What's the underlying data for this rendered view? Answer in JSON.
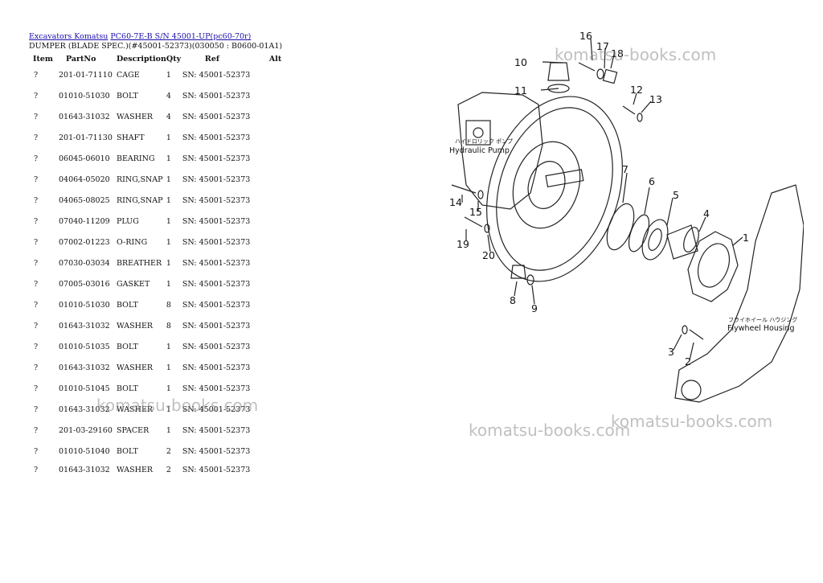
{
  "breadcrumb": {
    "category": "Excavators Komatsu",
    "model": "PC60-7E-B S/N 45001-UP(pc60-70r)"
  },
  "subtitle": "DUMPER (BLADE SPEC.)(#45001-52373)(030050 : B0600-01A1)",
  "table": {
    "headers": {
      "item": "Item",
      "partno": "PartNo",
      "description": "Description",
      "qty": "Qty",
      "ref": "Ref",
      "alt": "Alt"
    },
    "rows": [
      {
        "item": "?",
        "partno": "201-01-71110",
        "description": "CAGE",
        "qty": "1",
        "ref": "SN: 45001-52373"
      },
      {
        "item": "?",
        "partno": "01010-51030",
        "description": "BOLT",
        "qty": "4",
        "ref": "SN: 45001-52373"
      },
      {
        "item": "?",
        "partno": "01643-31032",
        "description": "WASHER",
        "qty": "4",
        "ref": "SN: 45001-52373"
      },
      {
        "item": "?",
        "partno": "201-01-71130",
        "description": "SHAFT",
        "qty": "1",
        "ref": "SN: 45001-52373"
      },
      {
        "item": "?",
        "partno": "06045-06010",
        "description": "BEARING",
        "qty": "1",
        "ref": "SN: 45001-52373"
      },
      {
        "item": "?",
        "partno": "04064-05020",
        "description": "RING,SNAP",
        "qty": "1",
        "ref": "SN: 45001-52373"
      },
      {
        "item": "?",
        "partno": "04065-08025",
        "description": "RING,SNAP",
        "qty": "1",
        "ref": "SN: 45001-52373"
      },
      {
        "item": "?",
        "partno": "07040-11209",
        "description": "PLUG",
        "qty": "1",
        "ref": "SN: 45001-52373"
      },
      {
        "item": "?",
        "partno": "07002-01223",
        "description": "O-RING",
        "qty": "1",
        "ref": "SN: 45001-52373"
      },
      {
        "item": "?",
        "partno": "07030-03034",
        "description": "BREATHER",
        "qty": "1",
        "ref": "SN: 45001-52373"
      },
      {
        "item": "?",
        "partno": "07005-03016",
        "description": "GASKET",
        "qty": "1",
        "ref": "SN: 45001-52373"
      },
      {
        "item": "?",
        "partno": "01010-51030",
        "description": "BOLT",
        "qty": "8",
        "ref": "SN: 45001-52373"
      },
      {
        "item": "?",
        "partno": "01643-31032",
        "description": "WASHER",
        "qty": "8",
        "ref": "SN: 45001-52373"
      },
      {
        "item": "?",
        "partno": "01010-51035",
        "description": "BOLT",
        "qty": "1",
        "ref": "SN: 45001-52373"
      },
      {
        "item": "?",
        "partno": "01643-31032",
        "description": "WASHER",
        "qty": "1",
        "ref": "SN: 45001-52373"
      },
      {
        "item": "?",
        "partno": "01010-51045",
        "description": "BOLT",
        "qty": "1",
        "ref": "SN: 45001-52373"
      },
      {
        "item": "?",
        "partno": "01643-31032",
        "description": "WASHER",
        "qty": "1",
        "ref": "SN: 45001-52373"
      },
      {
        "item": "?",
        "partno": "201-03-29160",
        "description": "SPACER",
        "qty": "1",
        "ref": "SN: 45001-52373"
      },
      {
        "item": "?",
        "partno": "01010-51040",
        "description": "BOLT",
        "qty": "2",
        "ref": "SN: 45001-52373"
      },
      {
        "item": "?",
        "partno": "01643-31032",
        "description": "WASHER",
        "qty": "2",
        "ref": "SN: 45001-52373"
      }
    ]
  },
  "watermarks": [
    "komatsu-books.com",
    "komatsu-books.com",
    "komatsu-books.com",
    "komatsu-books.com"
  ],
  "diagram": {
    "labels": {
      "hydraulic_pump_jp": "ハイドロリック ポンプ",
      "hydraulic_pump": "Hydraulic Pump",
      "flywheel_housing_jp": "フライホイール ハウジング",
      "flywheel_housing": "Flywheel Housing"
    },
    "callouts": [
      "1",
      "2",
      "3",
      "4",
      "5",
      "6",
      "7",
      "8",
      "9",
      "10",
      "11",
      "12",
      "13",
      "14",
      "15",
      "16",
      "17",
      "18",
      "19",
      "20"
    ]
  }
}
